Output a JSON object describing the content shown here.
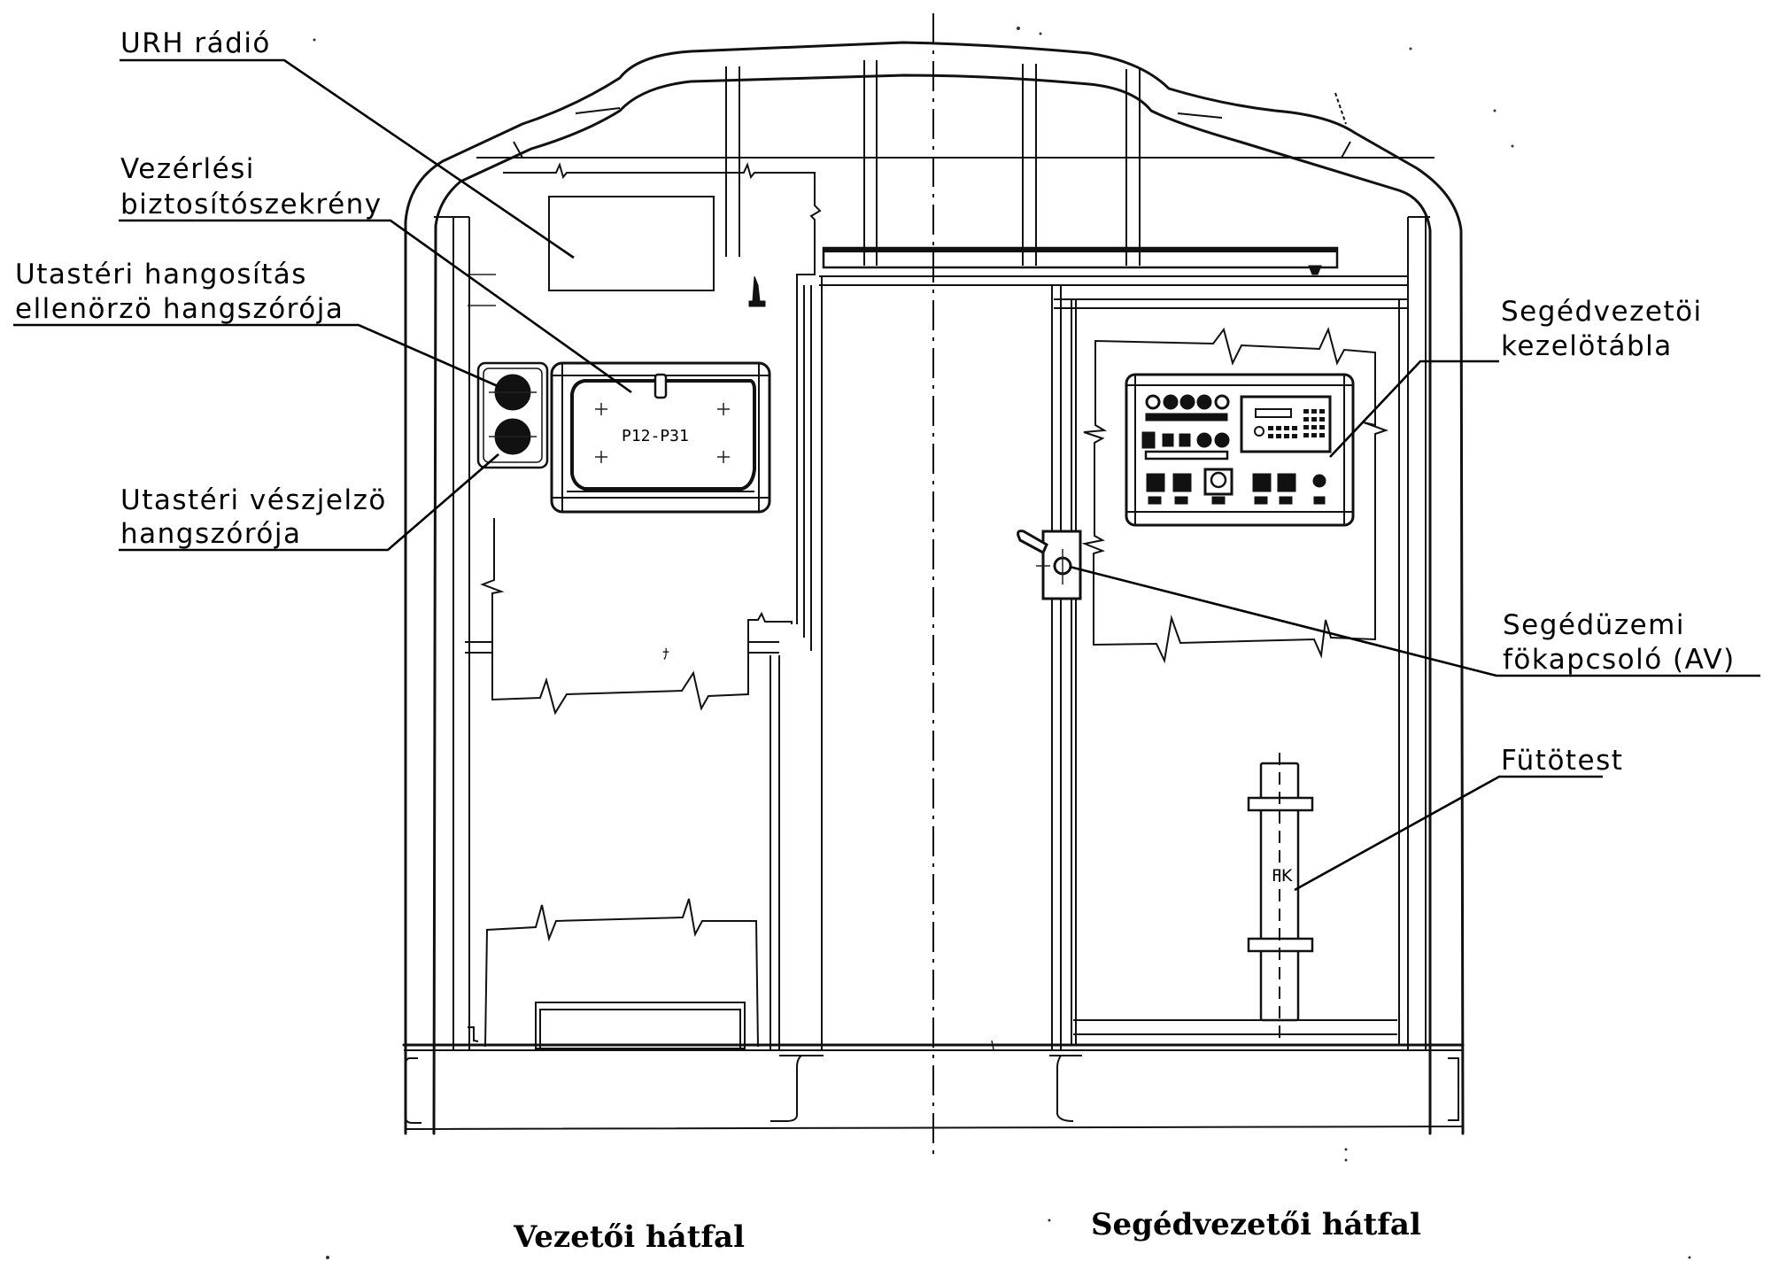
{
  "drawing": {
    "subject": "cab rear walls",
    "centerline": "vertical axis of symmetry"
  },
  "labels": {
    "urh_radio": {
      "line1": "URH rádió"
    },
    "fuse_cabinet": {
      "line1": "Vezérlési",
      "line2": "biztosítószekrény"
    },
    "pa_monitor_speaker": {
      "line1": "Utastéri hangosítás",
      "line2": "ellenörzö hangszórója"
    },
    "alarm_speaker": {
      "line1": "Utastéri vészjelzö",
      "line2": "hangszórója"
    },
    "assistant_panel": {
      "line1": "Segédvezetöi",
      "line2": "kezelötábla"
    },
    "aux_main_switch": {
      "line1": "Segédüzemi",
      "line2": "fökapcsoló (AV)"
    },
    "heater": {
      "line1": "Fütötest"
    }
  },
  "component_marks": {
    "fuse_cabinet_code": "P12-P31",
    "heater_code": "FK"
  },
  "captions": {
    "left": "Vezetői hátfal",
    "right": "Segédvezetői hátfal"
  }
}
